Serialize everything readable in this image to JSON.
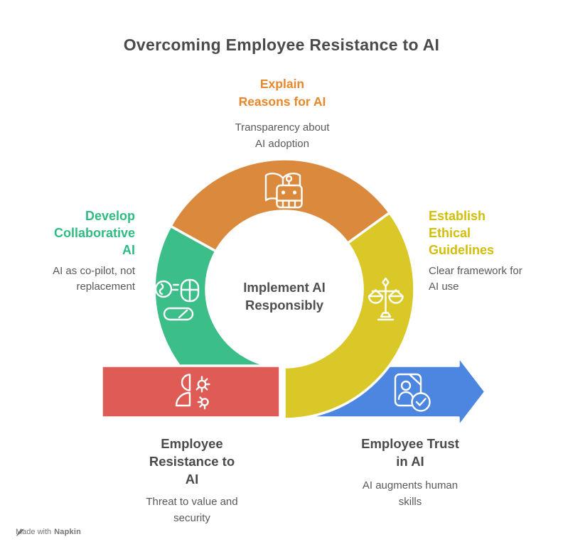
{
  "title": "Overcoming Employee Resistance to AI",
  "center": {
    "label": "Implement AI\nResponsibly"
  },
  "steps": {
    "explain": {
      "label": "Explain\nReasons for AI",
      "sub": "Transparency about\nAI adoption",
      "label_color": "#E8872B",
      "segment_color": "#DB8A3D",
      "icon": "book-robot-icon"
    },
    "collaborative": {
      "label": "Develop\nCollaborative\nAI",
      "sub": "AI as co-pilot, not\nreplacement",
      "label_color": "#2FBC82",
      "segment_color": "#3CBE89",
      "icon": "brain-mouse-toggle-icon"
    },
    "ethical": {
      "label": "Establish\nEthical\nGuidelines",
      "sub": "Clear framework for\nAI use",
      "label_color": "#D2BE07",
      "segment_color": "#D9C827",
      "icon": "scales-icon"
    },
    "resistance": {
      "label": "Employee\nResistance to\nAI",
      "sub": "Threat to value and\nsecurity",
      "label_color": "#4A4A4A",
      "segment_color": "#DF5B55",
      "icon": "person-gears-icon"
    },
    "trust": {
      "label": "Employee Trust\nin AI",
      "sub": "AI augments human\nskills",
      "label_color": "#4A4A4A",
      "segment_color": "#4C86E0",
      "icon": "id-badge-check-icon"
    }
  },
  "footer": {
    "made_with": "Made with",
    "brand": "Napkin"
  }
}
